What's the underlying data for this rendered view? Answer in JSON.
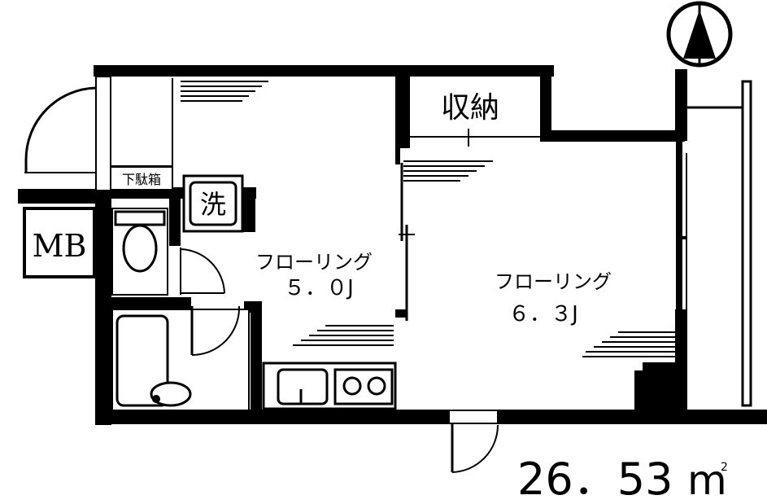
{
  "room_left": {
    "type": "フローリング",
    "size": "５．０J"
  },
  "room_right": {
    "type": "フローリング",
    "size": "６．３J"
  },
  "storage_label": "収納",
  "shoe_cabinet_label": "下駄箱",
  "washer_label": "洗",
  "meter_box_label": "MB",
  "total_area": {
    "value": "26．53",
    "unit": "m",
    "superscript": "2"
  },
  "compass_icon": "north-arrow-icon"
}
